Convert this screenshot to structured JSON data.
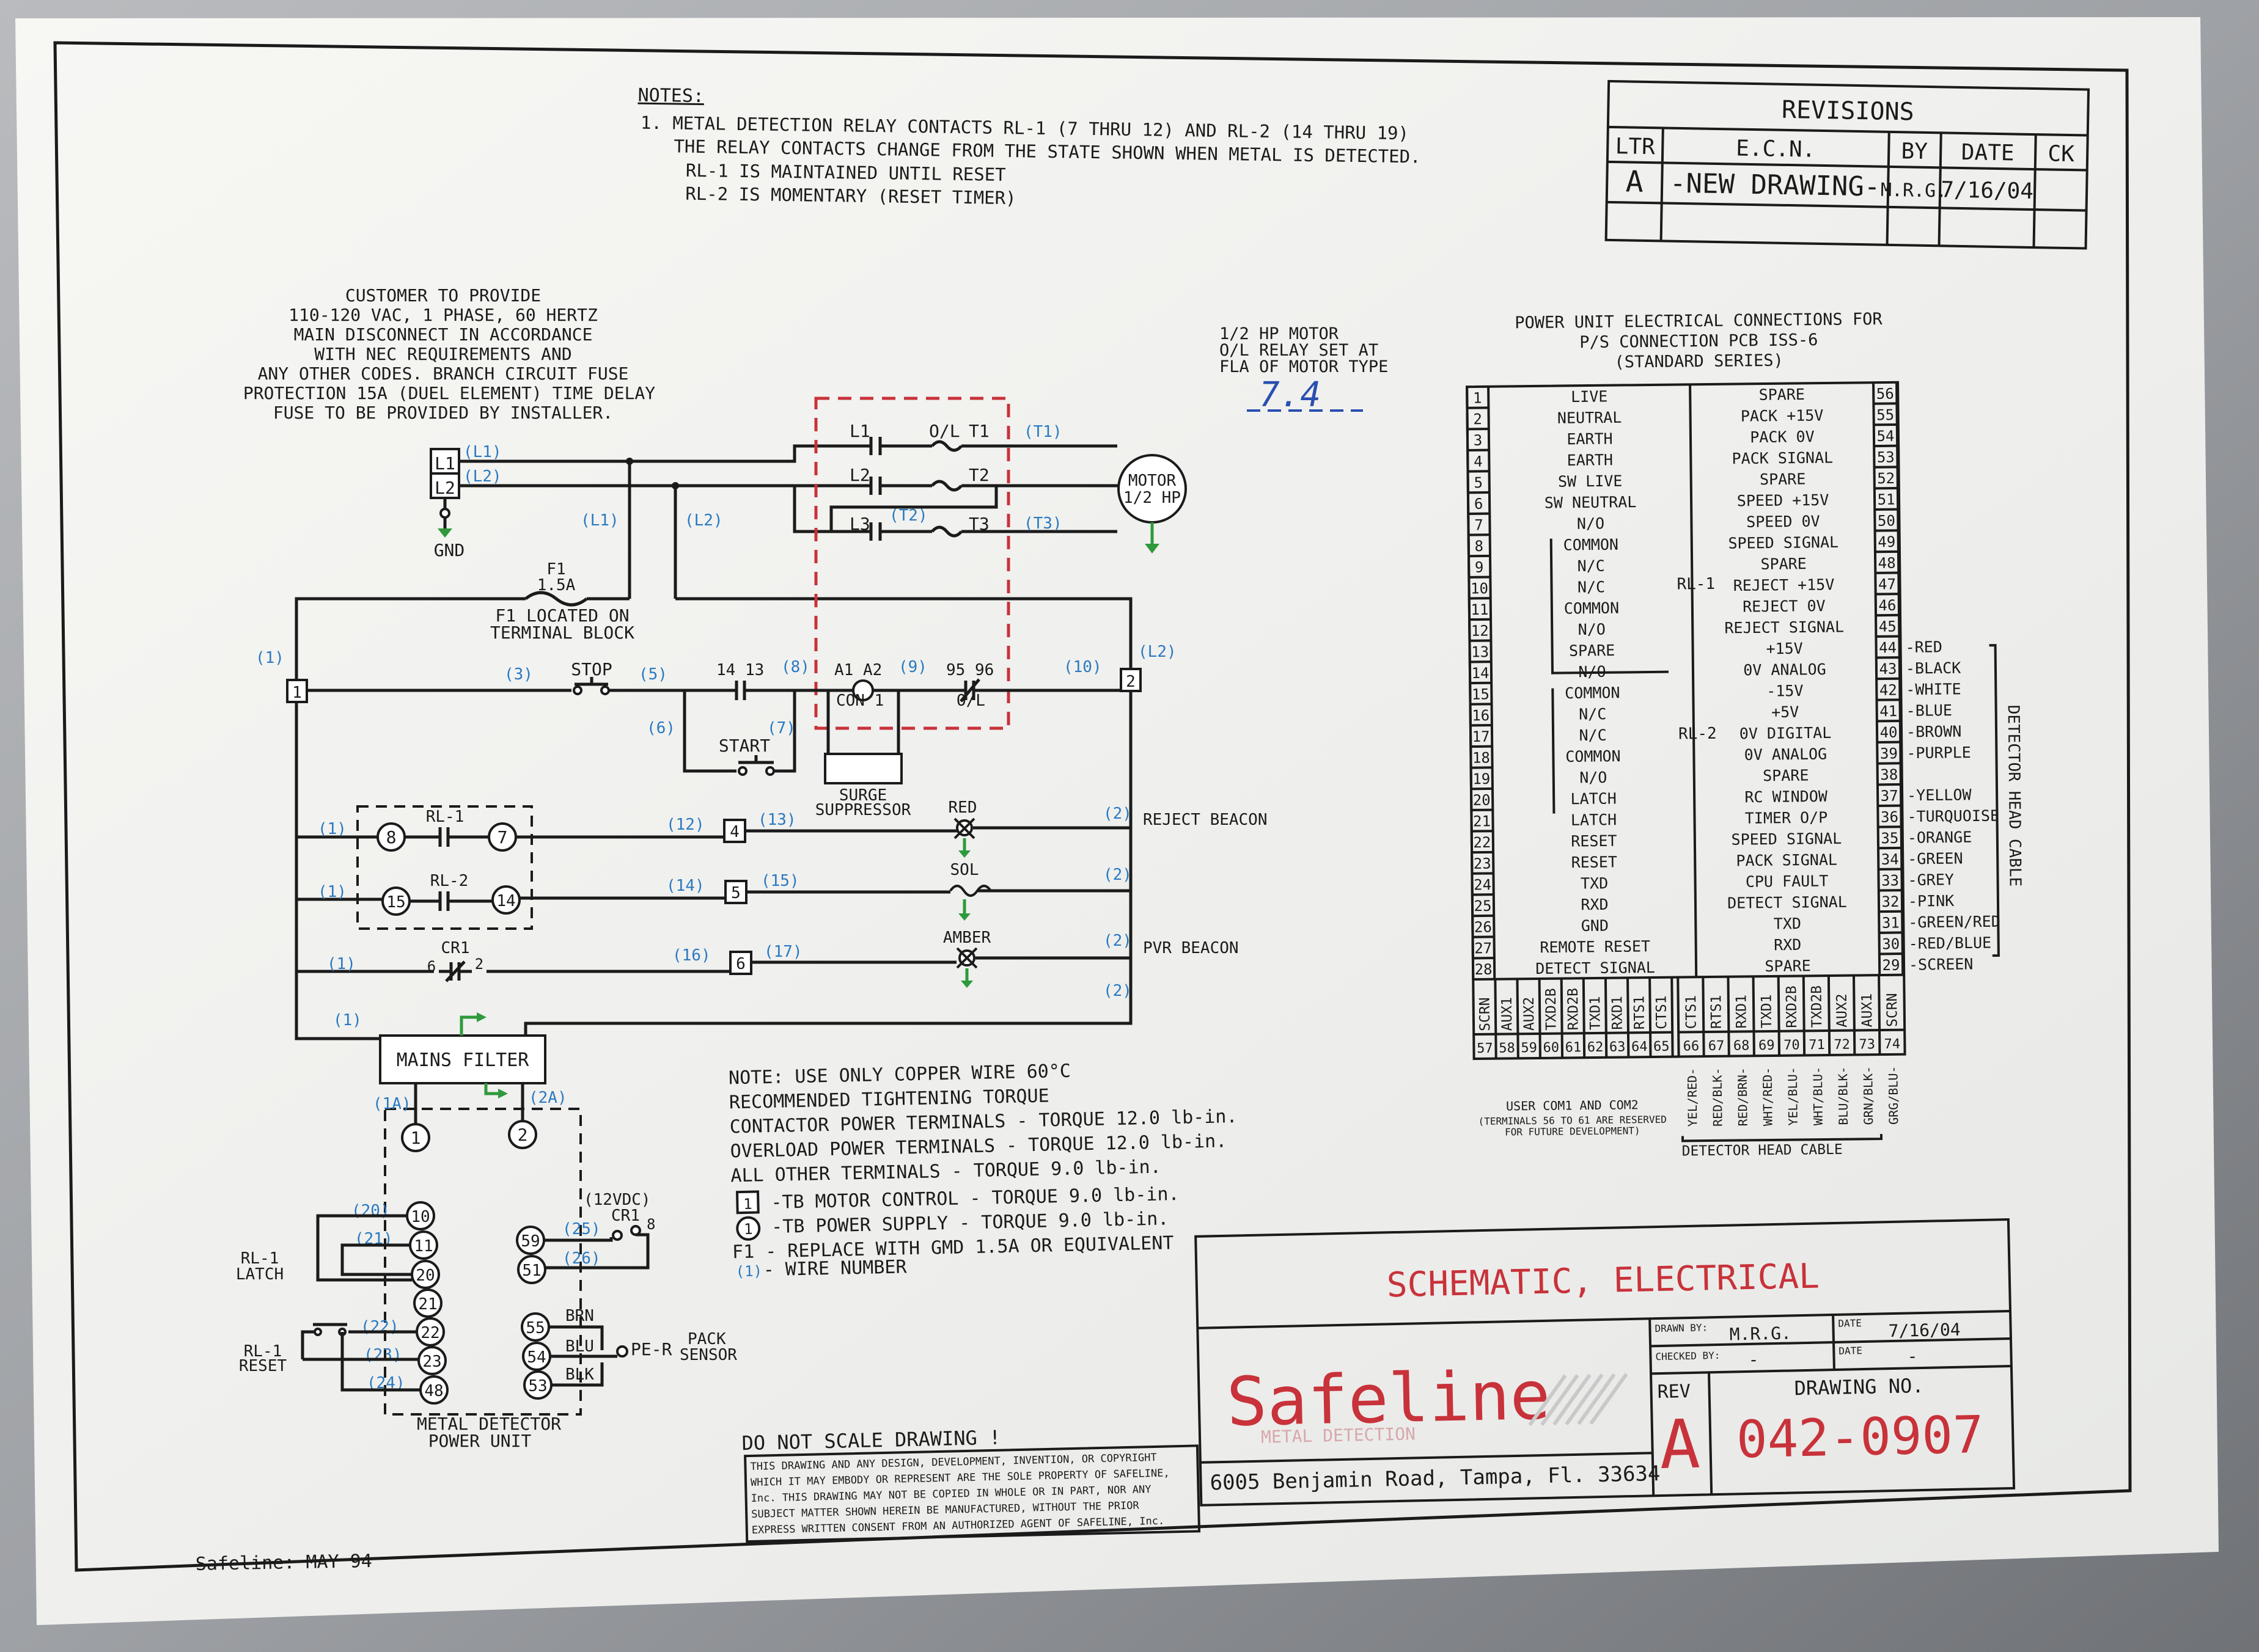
{
  "notes": {
    "heading": "NOTES:",
    "lines": [
      "1. METAL DETECTION RELAY CONTACTS RL-1 (7 THRU 12) AND RL-2 (14 THRU 19)",
      "THE RELAY CONTACTS CHANGE FROM THE STATE SHOWN WHEN METAL IS DETECTED.",
      "RL-1 IS MAINTAINED UNTIL RESET",
      "RL-2 IS MOMENTARY (RESET TIMER)"
    ]
  },
  "revisions": {
    "title": "REVISIONS",
    "headers": [
      "LTR",
      "E.C.N.",
      "BY",
      "DATE",
      "CK"
    ],
    "row": [
      "A",
      "-NEW DRAWING-",
      "M.R.G.",
      "7/16/04",
      ""
    ]
  },
  "customer_note": [
    "CUSTOMER TO PROVIDE",
    "110-120 VAC, 1 PHASE, 60 HERTZ",
    "MAIN DISCONNECT IN ACCORDANCE",
    "WITH NEC REQUIREMENTS AND",
    "ANY OTHER CODES. BRANCH CIRCUIT FUSE",
    "PROTECTION 15A (DUEL ELEMENT) TIME DELAY",
    "FUSE TO BE PROVIDED BY INSTALLER."
  ],
  "motor_note": [
    "1/2 HP MOTOR",
    "O/L RELAY SET AT",
    "FLA OF MOTOR TYPE"
  ],
  "motor_fla_handwritten": "7.4",
  "power_unit_title": [
    "POWER UNIT ELECTRICAL CONNECTIONS FOR",
    "P/S CONNECTION PCB ISS-6",
    "(STANDARD SERIES)"
  ],
  "terminals_left": [
    {
      "n": "1",
      "label": "LIVE"
    },
    {
      "n": "2",
      "label": "NEUTRAL"
    },
    {
      "n": "3",
      "label": "EARTH"
    },
    {
      "n": "4",
      "label": "EARTH"
    },
    {
      "n": "5",
      "label": "SW LIVE"
    },
    {
      "n": "6",
      "label": "SW NEUTRAL"
    },
    {
      "n": "7",
      "label": "N/O"
    },
    {
      "n": "8",
      "label": "COMMON"
    },
    {
      "n": "9",
      "label": "N/C"
    },
    {
      "n": "10",
      "label": "N/C"
    },
    {
      "n": "11",
      "label": "COMMON"
    },
    {
      "n": "12",
      "label": "N/O"
    },
    {
      "n": "13",
      "label": "SPARE"
    },
    {
      "n": "14",
      "label": "N/O"
    },
    {
      "n": "15",
      "label": "COMMON"
    },
    {
      "n": "16",
      "label": "N/C"
    },
    {
      "n": "17",
      "label": "N/C"
    },
    {
      "n": "18",
      "label": "COMMON"
    },
    {
      "n": "19",
      "label": "N/O"
    },
    {
      "n": "20",
      "label": "LATCH"
    },
    {
      "n": "21",
      "label": "LATCH"
    },
    {
      "n": "22",
      "label": "RESET"
    },
    {
      "n": "23",
      "label": "RESET"
    },
    {
      "n": "24",
      "label": "TXD"
    },
    {
      "n": "25",
      "label": "RXD"
    },
    {
      "n": "26",
      "label": "GND"
    },
    {
      "n": "27",
      "label": "REMOTE RESET"
    },
    {
      "n": "28",
      "label": "DETECT SIGNAL"
    }
  ],
  "relay_labels": [
    "RL-1",
    "RL-2"
  ],
  "terminals_right": [
    {
      "n": "56",
      "label": "SPARE",
      "wire": ""
    },
    {
      "n": "55",
      "label": "PACK +15V",
      "wire": ""
    },
    {
      "n": "54",
      "label": "PACK 0V",
      "wire": ""
    },
    {
      "n": "53",
      "label": "PACK SIGNAL",
      "wire": ""
    },
    {
      "n": "52",
      "label": "SPARE",
      "wire": ""
    },
    {
      "n": "51",
      "label": "SPEED +15V",
      "wire": ""
    },
    {
      "n": "50",
      "label": "SPEED 0V",
      "wire": ""
    },
    {
      "n": "49",
      "label": "SPEED SIGNAL",
      "wire": ""
    },
    {
      "n": "48",
      "label": "SPARE",
      "wire": ""
    },
    {
      "n": "47",
      "label": "REJECT +15V",
      "wire": ""
    },
    {
      "n": "46",
      "label": "REJECT 0V",
      "wire": ""
    },
    {
      "n": "45",
      "label": "REJECT SIGNAL",
      "wire": ""
    },
    {
      "n": "44",
      "label": "+15V",
      "wire": "-RED"
    },
    {
      "n": "43",
      "label": "0V ANALOG",
      "wire": "-BLACK"
    },
    {
      "n": "42",
      "label": "-15V",
      "wire": "-WHITE"
    },
    {
      "n": "41",
      "label": "+5V",
      "wire": "-BLUE"
    },
    {
      "n": "40",
      "label": "0V DIGITAL",
      "wire": "-BROWN"
    },
    {
      "n": "39",
      "label": "0V ANALOG",
      "wire": "-PURPLE"
    },
    {
      "n": "38",
      "label": "SPARE",
      "wire": ""
    },
    {
      "n": "37",
      "label": "RC WINDOW",
      "wire": "-YELLOW"
    },
    {
      "n": "36",
      "label": "TIMER O/P",
      "wire": "-TURQUOISE"
    },
    {
      "n": "35",
      "label": "SPEED SIGNAL",
      "wire": "-ORANGE"
    },
    {
      "n": "34",
      "label": "PACK SIGNAL",
      "wire": "-GREEN"
    },
    {
      "n": "33",
      "label": "CPU FAULT",
      "wire": "-GREY"
    },
    {
      "n": "32",
      "label": "DETECT SIGNAL",
      "wire": "-PINK"
    },
    {
      "n": "31",
      "label": "TXD",
      "wire": "-GREEN/RED"
    },
    {
      "n": "30",
      "label": "RXD",
      "wire": "-RED/BLUE"
    },
    {
      "n": "29",
      "label": "SPARE",
      "wire": "-SCREEN"
    }
  ],
  "detector_head_cable_side": "DETECTOR HEAD CABLE",
  "bottom_left_cols": [
    {
      "n": "57",
      "label": "SCRN"
    },
    {
      "n": "58",
      "label": "AUX1"
    },
    {
      "n": "59",
      "label": "AUX2"
    },
    {
      "n": "60",
      "label": "TXD2B"
    },
    {
      "n": "61",
      "label": "RXD2B"
    },
    {
      "n": "62",
      "label": "TXD1"
    },
    {
      "n": "63",
      "label": "RXD1"
    },
    {
      "n": "64",
      "label": "RTS1"
    },
    {
      "n": "65",
      "label": "CTS1"
    }
  ],
  "bottom_right_cols": [
    {
      "n": "66",
      "label": "CTS1"
    },
    {
      "n": "67",
      "label": "RTS1"
    },
    {
      "n": "68",
      "label": "RXD1"
    },
    {
      "n": "69",
      "label": "TXD1"
    },
    {
      "n": "70",
      "label": "RXD2B"
    },
    {
      "n": "71",
      "label": "TXD2B"
    },
    {
      "n": "72",
      "label": "AUX2"
    },
    {
      "n": "73",
      "label": "AUX1"
    },
    {
      "n": "74",
      "label": "SCRN"
    }
  ],
  "bottom_right_wires": [
    "YEL/RED-",
    "RED/BLK-",
    "RED/BRN-",
    "WHT/RED-",
    "YEL/BLU-",
    "WHT/BLU-",
    "BLU/BLK-",
    "GRN/BLK-",
    "GRG/BLU-"
  ],
  "user_com_note": [
    "USER COM1 AND COM2",
    "(TERMINALS 56 TO 61 ARE RESERVED",
    "FOR FUTURE DEVELOPMENT)"
  ],
  "detector_head_cable_bottom": "DETECTOR HEAD CABLE",
  "torque_note": [
    "NOTE: USE ONLY COPPER WIRE 60°C",
    "RECOMMENDED TIGHTENING TORQUE",
    "CONTACTOR POWER TERMINALS - TORQUE 12.0 lb-in.",
    "OVERLOAD POWER TERMINALS - TORQUE 12.0 lb-in.",
    "ALL OTHER TERMINALS - TORQUE 9.0 lb-in.",
    "-TB MOTOR CONTROL - TORQUE 9.0 lb-in.",
    "-TB POWER SUPPLY - TORQUE 9.0 lb-in.",
    "F1 - REPLACE WITH GMD 1.5A OR EQUIVALENT",
    "- WIRE NUMBER"
  ],
  "note_sym_box": "1",
  "note_sym_circle": "1",
  "note_sym_wire": "(1)",
  "do_not_scale": "DO NOT SCALE DRAWING !",
  "disclaimer": [
    "THIS DRAWING AND ANY DESIGN, DEVELOPMENT, INVENTION, OR COPYRIGHT",
    "WHICH IT MAY EMBODY OR REPRESENT ARE THE SOLE PROPERTY OF SAFELINE,",
    "Inc. THIS DRAWING MAY NOT BE COPIED IN WHOLE OR IN PART, NOR ANY",
    "SUBJECT MATTER SHOWN HEREIN BE MANUFACTURED, WITHOUT THE PRIOR",
    "EXPRESS WRITTEN CONSENT FROM AN AUTHORIZED AGENT OF SAFELINE, Inc."
  ],
  "footer_left": "Safeline: MAY 94",
  "title_block": {
    "title": "SCHEMATIC, ELECTRICAL",
    "company": "Safeline",
    "company_sub": "METAL DETECTION",
    "address": "6005 Benjamin Road, Tampa, Fl. 33634",
    "drawn_by_label": "DRAWN BY:",
    "drawn_by": "M.R.G.",
    "date_label": "DATE",
    "date": "7/16/04",
    "checked_by_label": "CHECKED BY:",
    "checked_by": "-",
    "date2_label": "DATE",
    "date2": "-",
    "rev_label": "REV",
    "rev": "A",
    "drawing_no_label": "DRAWING NO.",
    "drawing_no": "042-0907"
  },
  "schematic": {
    "tb_l": [
      "L1",
      "L2"
    ],
    "wire_l1": "(L1)",
    "wire_l2": "(L2)",
    "gnd": "GND",
    "fuse": [
      "F1",
      "1.5A"
    ],
    "fuse_note": [
      "F1 LOCATED ON",
      "TERMINAL BLOCK"
    ],
    "contactor": {
      "l1": "L1",
      "l2": "L2",
      "l3": "L3",
      "ol": "O/L",
      "t1": "T1",
      "t2": "T2",
      "t3": "T3",
      "t2wire": "(T2)"
    },
    "wire_t1": "(T1)",
    "wire_t3": "(T3)",
    "motor": [
      "MOTOR",
      "1/2 HP"
    ],
    "wires": {
      "w1": "(1)",
      "w3": "(3)",
      "w5": "(5)",
      "w6": "(6)",
      "w7": "(7)",
      "w8": "(8)",
      "w9": "(9)",
      "w10": "(10)",
      "wl2b": "(L2)",
      "w12": "(12)",
      "w13": "(13)",
      "w14": "(14)",
      "w15": "(15)",
      "w16": "(16)",
      "w17": "(17)",
      "w1a": "(1A)",
      "w2a": "(2A)",
      "w20": "(20)",
      "w21": "(21)",
      "w22": "(22)",
      "w23": "(23)",
      "w24": "(24)",
      "w25": "(25)",
      "w26": "(26)",
      "w2": "(2)"
    },
    "stop": "STOP",
    "start": "START",
    "aux": "14 13",
    "coil": "A1 A2",
    "con1": "CON 1",
    "ol_contact": "95 96",
    "ol_label": "O/L",
    "surge": [
      "SURGE",
      "SUPPRESSOR"
    ],
    "rl1": "RL-1",
    "rl2": "RL-2",
    "cr1": "CR1",
    "red": "RED",
    "sol": "SOL",
    "amber": "AMBER",
    "reject_beacon": "REJECT BEACON",
    "pvr_beacon": "PVR BEACON",
    "mains_filter": "MAINS FILTER",
    "tb": {
      "t1": "1",
      "t2": "2",
      "t4": "4",
      "t5": "5",
      "t6": "6"
    },
    "rl_nodes": {
      "n8": "8",
      "n7": "7",
      "n15": "15",
      "n14": "14",
      "n6": "6",
      "n2": "2"
    },
    "pu_terms": {
      "p1": "1",
      "p2": "2",
      "p10": "10",
      "p11": "11",
      "p20": "20",
      "p21": "21",
      "p22": "22",
      "p23": "23",
      "p48": "48",
      "p59": "59",
      "p51": "51",
      "p55": "55",
      "p54": "54",
      "p53": "53"
    },
    "rl1_latch": [
      "RL-1",
      "LATCH"
    ],
    "rl1_reset": [
      "RL-1",
      "RESET"
    ],
    "vdc": "(12VDC)",
    "cr1b": "CR1",
    "cr1_8": "8",
    "brn": "BRN",
    "blu": "BLU",
    "blk": "BLK",
    "per": "PE-R",
    "pack_sensor": [
      "PACK",
      "SENSOR"
    ],
    "mdpu": [
      "METAL DETECTOR",
      "POWER UNIT"
    ]
  }
}
